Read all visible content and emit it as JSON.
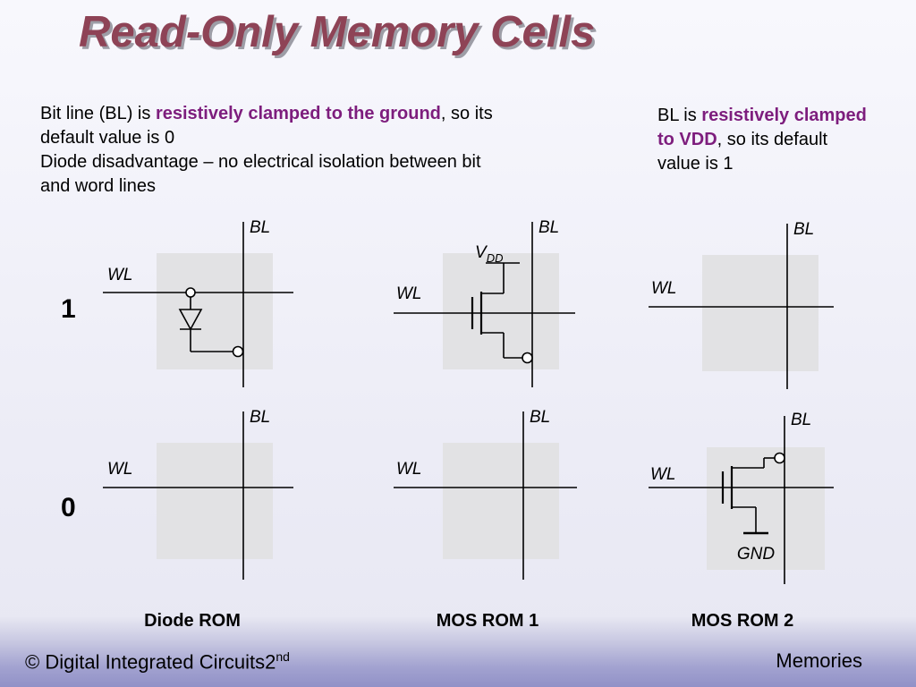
{
  "slide": {
    "title": "Read-Only Memory Cells"
  },
  "text_blocks": {
    "left": {
      "l1a": "Bit line (BL) is ",
      "l1b": "resistively clamped to the ground",
      "l1c": ", so its",
      "l2": "default value is 0",
      "l3": "Diode disadvantage – no electrical isolation between bit",
      "l4": "and word lines"
    },
    "right": {
      "l1a": "BL is ",
      "l1b": "resistively clamped",
      "l2a": "to VDD",
      "l2b": ", so its default",
      "l3": "value is 1"
    }
  },
  "bit_labels": {
    "one": "1",
    "zero": "0"
  },
  "labels": {
    "bl": "BL",
    "wl": "WL",
    "vdd_base": "V",
    "vdd_sub": "DD",
    "gnd": "GND"
  },
  "columns": [
    "Diode ROM",
    "MOS ROM 1",
    "MOS ROM 2"
  ],
  "cells": [
    {
      "row_bit": "1",
      "column": "Diode ROM",
      "device": "diode"
    },
    {
      "row_bit": "1",
      "column": "MOS ROM 1",
      "device": "nmos-to-vdd"
    },
    {
      "row_bit": "1",
      "column": "MOS ROM 2",
      "device": "none"
    },
    {
      "row_bit": "0",
      "column": "Diode ROM",
      "device": "none"
    },
    {
      "row_bit": "0",
      "column": "MOS ROM 1",
      "device": "none"
    },
    {
      "row_bit": "0",
      "column": "MOS ROM 2",
      "device": "nmos-to-gnd"
    }
  ],
  "footer": {
    "left_main": "© Digital Integrated Circuits",
    "left_num": "2",
    "left_sup": "nd",
    "right": "Memories"
  },
  "colors": {
    "title": "#8e4356",
    "accent_purple": "#7d1d7d",
    "cell_fill": "#e2e2e4",
    "footer_band_bottom": "#9191c7"
  }
}
